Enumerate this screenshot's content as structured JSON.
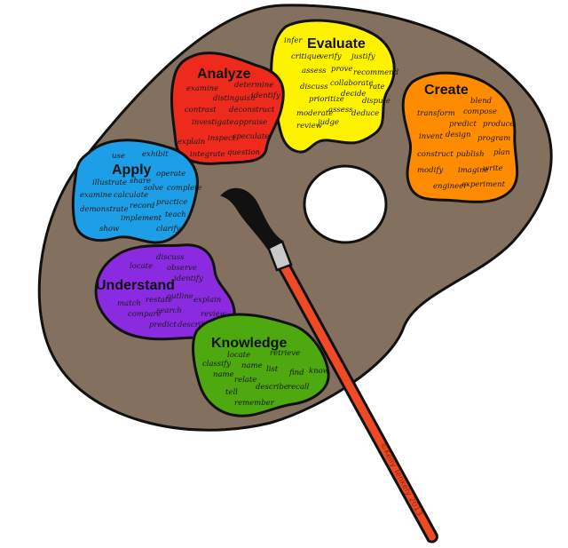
{
  "colors": {
    "palette": "#84705f",
    "evaluate": "#fff200",
    "analyze": "#ee2a1c",
    "create": "#ff8c00",
    "apply": "#1c9fe6",
    "understand": "#8a2be2",
    "knowledge": "#4ea80f",
    "brush_handle": "#ee4a25",
    "brush_ferrule": "#c9c9c9",
    "brush_bristles": "#111111"
  },
  "categories": {
    "evaluate": {
      "title": "Evaluate",
      "words": [
        "infer",
        "critique",
        "verify",
        "justify",
        "assess",
        "prove",
        "recommend",
        "discuss",
        "collaborate",
        "rate",
        "prioritize",
        "decide",
        "dispute",
        "moderate",
        "assess",
        "deduce",
        "review",
        "judge"
      ]
    },
    "analyze": {
      "title": "Analyze",
      "words": [
        "examine",
        "determine",
        "distinguish",
        "identify",
        "contrast",
        "deconstruct",
        "investigate",
        "appraise",
        "explain",
        "inspect",
        "speculate",
        "integrate",
        "question"
      ]
    },
    "create": {
      "title": "Create",
      "words": [
        "blend",
        "transform",
        "compose",
        "predict",
        "produce",
        "invent",
        "design",
        "program",
        "construct",
        "publish",
        "plan",
        "modify",
        "imagine",
        "write",
        "engineer",
        "experiment"
      ]
    },
    "apply": {
      "title": "Apply",
      "words": [
        "use",
        "exhibit",
        "illustrate",
        "share",
        "operate",
        "examine",
        "calculate",
        "solve",
        "complete",
        "demonstrate",
        "record",
        "practice",
        "implement",
        "teach",
        "show",
        "clarify"
      ]
    },
    "understand": {
      "title": "Understand",
      "words": [
        "discuss",
        "locate",
        "observe",
        "identify",
        "outline",
        "explain",
        "match",
        "restate",
        "compare",
        "search",
        "review",
        "predict",
        "describe"
      ]
    },
    "knowledge": {
      "title": "Knowledge",
      "words": [
        "locate",
        "retrieve",
        "classify",
        "name",
        "list",
        "find",
        "know",
        "name",
        "relate",
        "describe",
        "recall",
        "tell",
        "remember"
      ]
    }
  },
  "credit": "©Kelly Tenkely 2013"
}
